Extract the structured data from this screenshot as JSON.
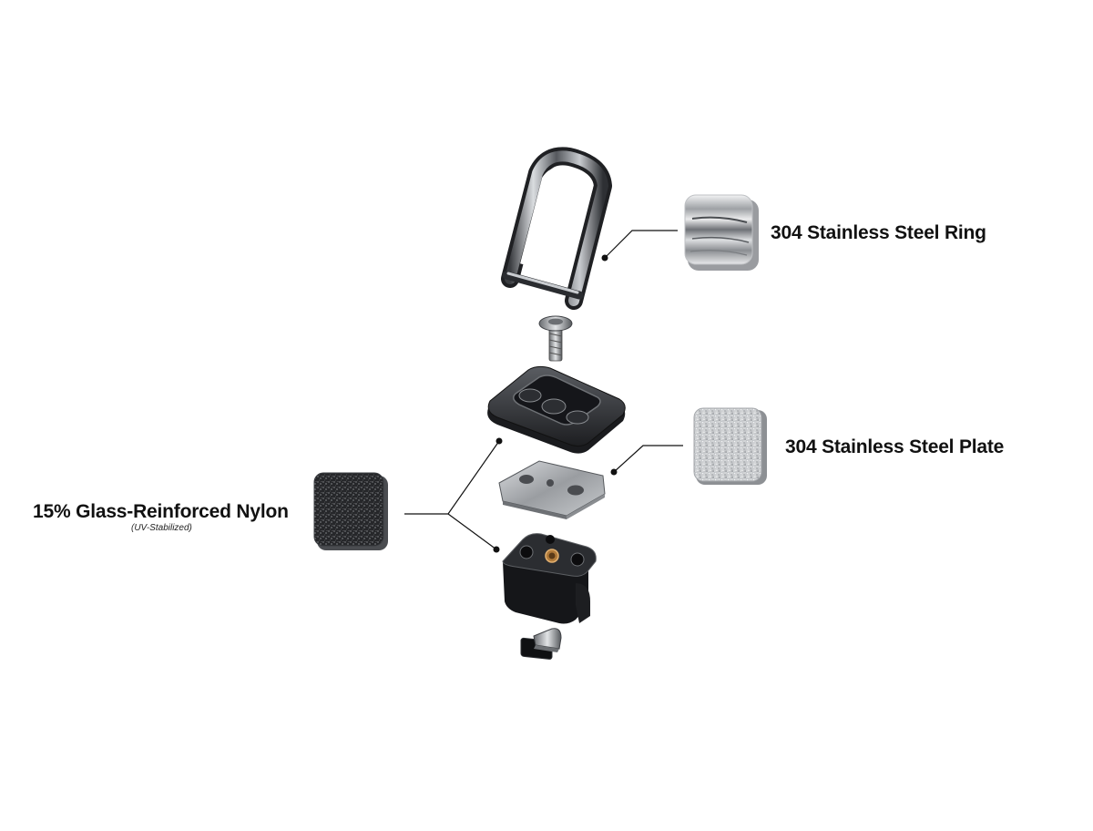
{
  "callouts": {
    "ring": {
      "label": "304 Stainless Steel Ring"
    },
    "plate": {
      "label": "304 Stainless Steel Plate"
    },
    "nylon": {
      "label": "15% Glass-Reinforced Nylon",
      "sublabel": "(UV-Stabilized)"
    }
  },
  "colors": {
    "steel_light": "#e6e8ea",
    "steel_dark": "#2b2d31",
    "nylon": "#1c1d20",
    "leader": "#111111"
  },
  "icons": [
    "steel-ring-swatch",
    "steel-plate-swatch",
    "nylon-swatch"
  ]
}
